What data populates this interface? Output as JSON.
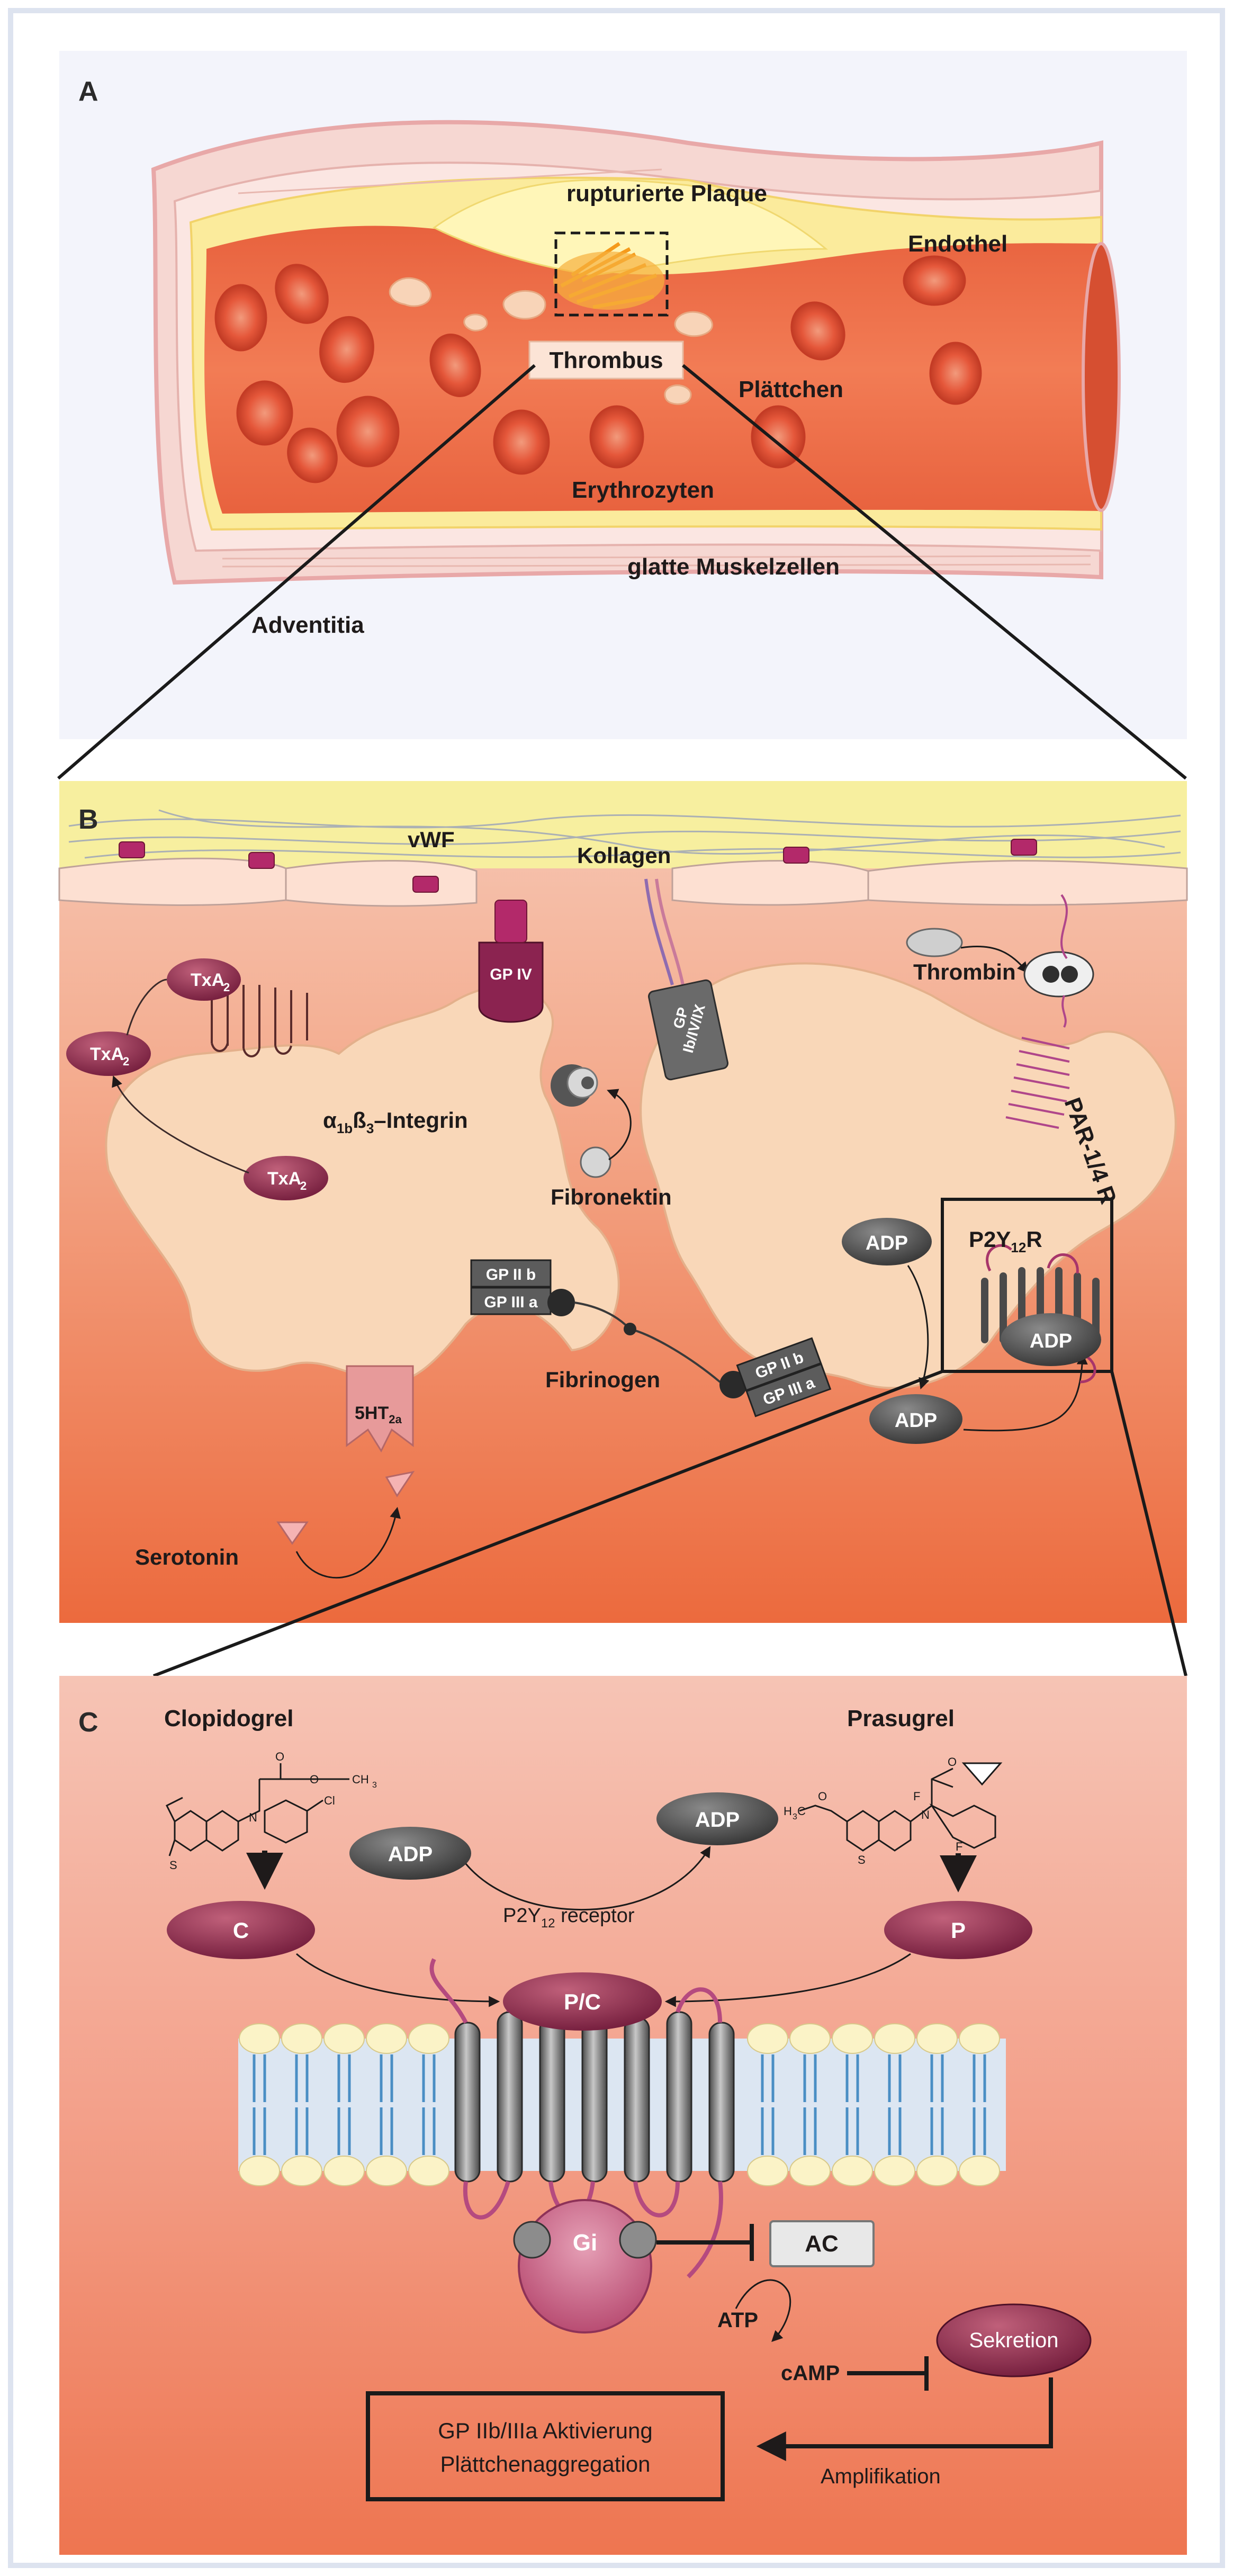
{
  "panels": {
    "a": {
      "letter": "A",
      "labels": {
        "plaque": "rupturierte Plaque",
        "endothel": "Endothel",
        "thrombus": "Thrombus",
        "plaettchen": "Plättchen",
        "erythrozyten": "Erythrozyten",
        "muskel": "glatte Muskelzellen",
        "adventitia": "Adventitia"
      }
    },
    "b": {
      "letter": "B",
      "labels": {
        "vwf": "vWF",
        "kollagen": "Kollagen",
        "gp_iv": "GP IV",
        "gp_ib_1": "GP",
        "gp_ib_2": "Ib/IV/IX",
        "txa2": "TxA",
        "txa2_sub": "2",
        "thrombin": "Thrombin",
        "par": "PAR-1/4 R",
        "integrin_pre": "α",
        "integrin_sub1": "1b",
        "integrin_mid": "ß",
        "integrin_sub2": "3",
        "integrin_post": "–Integrin",
        "fibronektin": "Fibronektin",
        "adp": "ADP",
        "p2y_pre": "P2Y",
        "p2y_sub": "12",
        "p2y_post": "R",
        "gp_iib": "GP II b",
        "gp_iiia": "GP III a",
        "fibrinogen": "Fibrinogen",
        "ht_pre": "5HT",
        "ht_sub": "2a",
        "serotonin": "Serotonin"
      }
    },
    "c": {
      "letter": "C",
      "labels": {
        "clopidogrel": "Clopidogrel",
        "prasugrel": "Prasugrel",
        "adp": "ADP",
        "c": "C",
        "p": "P",
        "pc": "P/C",
        "receptor_pre": "P2Y",
        "receptor_sub": "12",
        "receptor_post": " receptor",
        "gi": "Gi",
        "ac": "AC",
        "atp": "ATP",
        "camp": "cAMP",
        "sekretion": "Sekretion",
        "result_line1": "GP IIb/IIIa Aktivierung",
        "result_line2": "Plättchenaggregation",
        "amplifikation": "Amplifikation"
      },
      "structure_labels": {
        "ch3": "CH",
        "ch3_sub": "3",
        "cl": "Cl",
        "s": "S",
        "n": "N",
        "o": "O",
        "f": "F",
        "h3c": "H",
        "h3c_sub": "3",
        "h3c_c": "C"
      }
    }
  }
}
